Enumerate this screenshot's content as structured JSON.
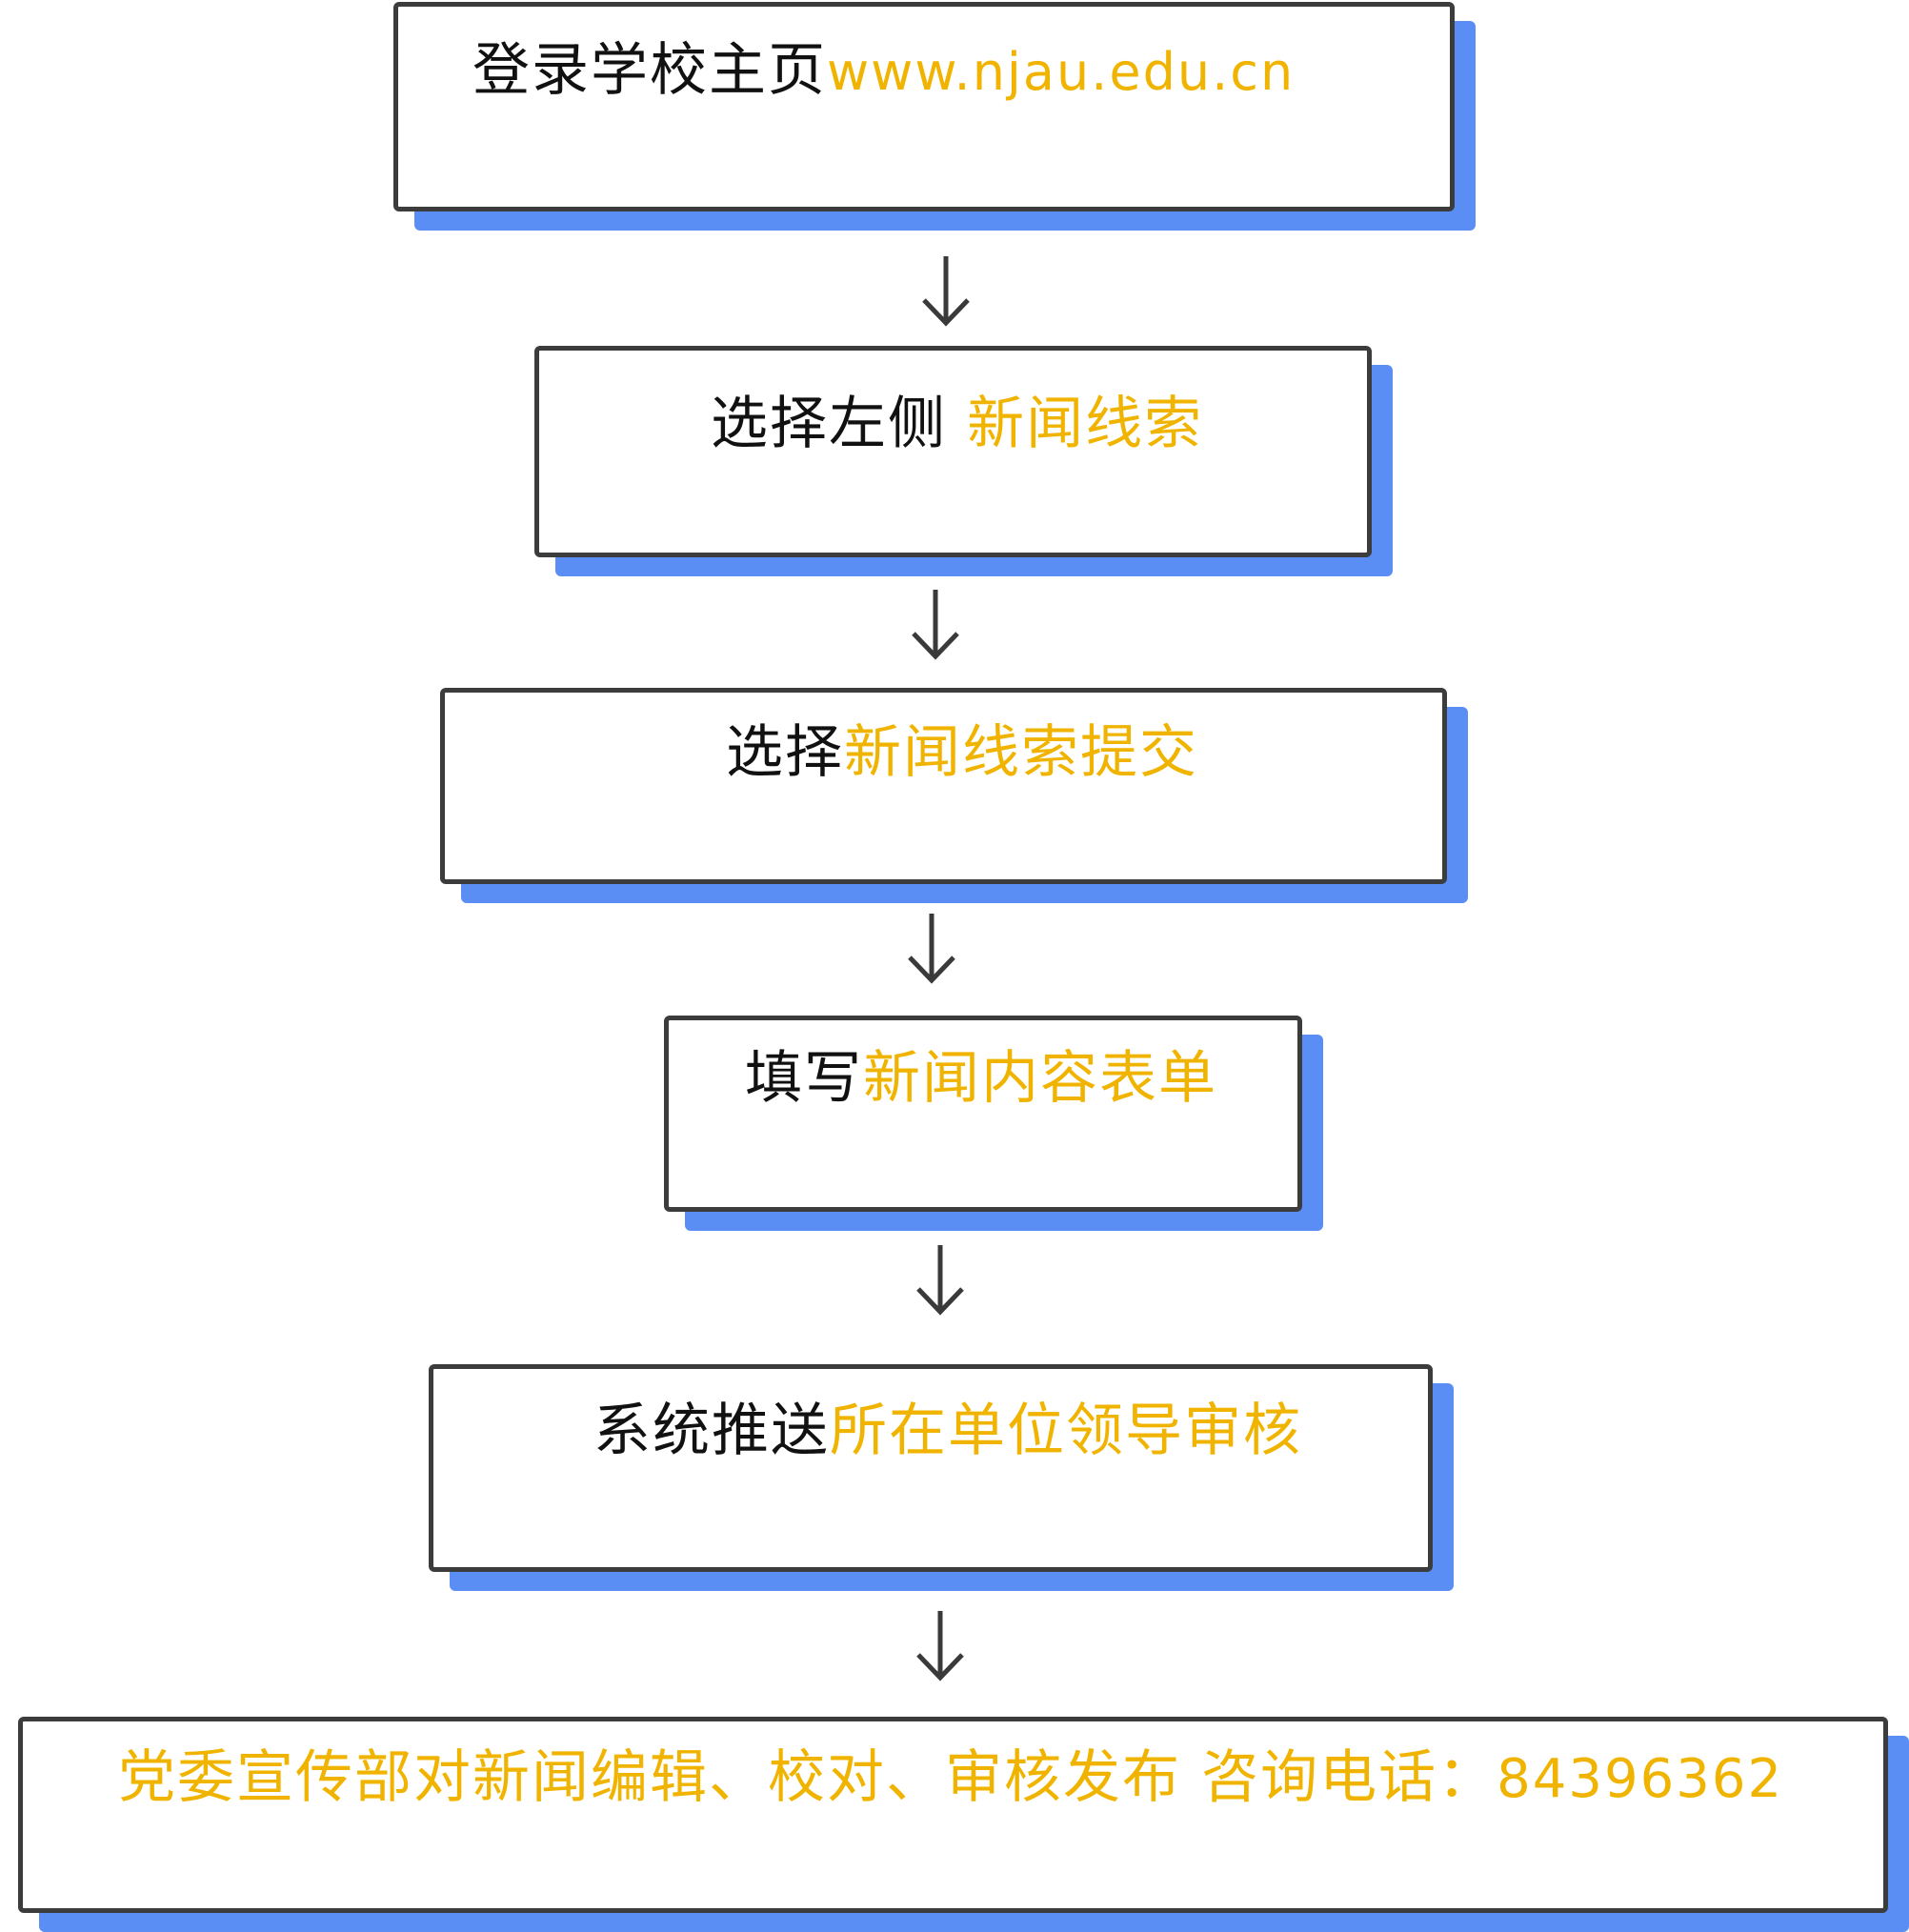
{
  "steps": [
    {
      "prefix": "登录学校主页",
      "highlight": "www.njau.edu.cn"
    },
    {
      "prefix": "选择左侧 ",
      "highlight": "新闻线索"
    },
    {
      "prefix": "选择",
      "highlight": "新闻线索提交"
    },
    {
      "prefix": "填写",
      "highlight": "新闻内容表单"
    },
    {
      "prefix": "系统推送",
      "highlight": "所在单位领导审核"
    },
    {
      "prefix": "",
      "highlight": "党委宣传部对新闻编辑、校对、审核发布 咨询电话：",
      "phone": "84396362"
    }
  ],
  "colors": {
    "text": "#111111",
    "highlight": "#f0b400",
    "border": "#3c3c3c",
    "shadow": "#5a8ef5"
  },
  "icons": {
    "arrow": "down-arrow-icon"
  }
}
